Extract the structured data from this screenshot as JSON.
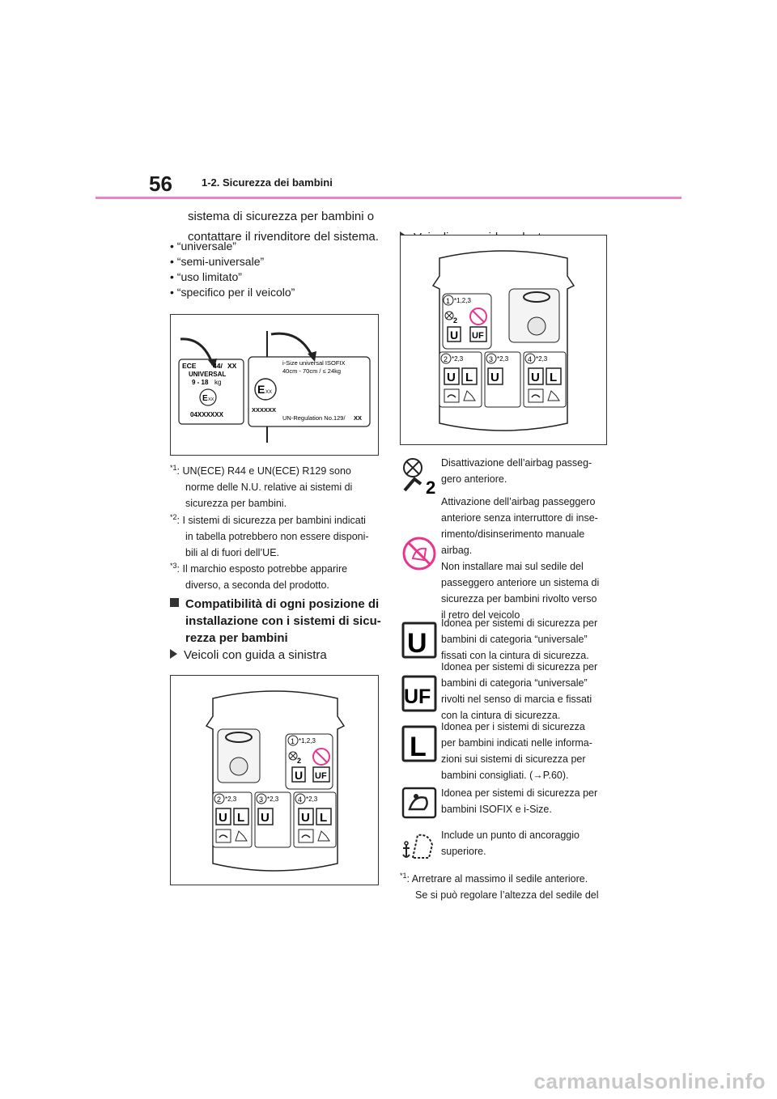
{
  "header": {
    "page_number": "56",
    "section": "1-2. Sicurezza dei bambini"
  },
  "left": {
    "intro_line1": "sistema di sicurezza per bambini o",
    "intro_line2": "contattare il rivenditore del sistema.",
    "bullets": [
      "• “universale”",
      "• “semi-universale”",
      "• “uso limitato”",
      "• “specifico per il veicolo”"
    ],
    "label_left": {
      "ece": "ECE",
      "r44": "44/",
      "xx": "XX",
      "universal": "UNIVERSAL",
      "weight": "9 - 18",
      "kg": "kg",
      "mark": "E",
      "mark_sub": "XX",
      "code": "04XXXXXX"
    },
    "label_right": {
      "title": "i-Size universal ISOFIX",
      "range": "40cm - 70cm / ≤ 24kg",
      "mark": "E",
      "mark_sub": "XX",
      "code": "XXXXXX",
      "reg": "UN-Regulation No.129/",
      "xx": "XX"
    },
    "footnotes": [
      {
        "mark": "*1",
        "lines": [
          "UN(ECE) R44 e UN(ECE) R129 sono",
          "norme delle N.U. relative ai sistemi di",
          "sicurezza per bambini."
        ]
      },
      {
        "mark": "*2",
        "lines": [
          "I sistemi di sicurezza per bambini indicati",
          "in tabella potrebbero non essere disponi-",
          "bili al di fuori dell’UE."
        ]
      },
      {
        "mark": "*3",
        "lines": [
          "Il marchio esposto potrebbe apparire",
          "diverso, a seconda del prodotto."
        ]
      }
    ],
    "heading": [
      "Compatibilità di ogni posizione di",
      "installazione con i sistemi di sicu-",
      "rezza per bambini"
    ],
    "lhd_label": "Veicoli con guida a sinistra"
  },
  "right": {
    "rhd_label": "Veicoli con guida a destra",
    "legend": [
      {
        "icon": "airbag-off-icon",
        "lines": [
          "Disattivazione dell’airbag passeg-",
          "gero anteriore."
        ]
      },
      {
        "icon": "no-rear-facing-seat-icon",
        "lines": [
          "Attivazione dell’airbag passeggero",
          "anteriore senza interruttore di inse-",
          "rimento/disinserimento manuale",
          "airbag.",
          "Non installare mai sul sedile del",
          "passeggero anteriore un sistema di",
          "sicurezza per bambini rivolto verso",
          "il retro del veicolo"
        ]
      },
      {
        "icon": "universal-u-icon",
        "lines": [
          "Idonea per sistemi di sicurezza per",
          "bambini di categoria “universale”",
          "fissati con la cintura di sicurezza."
        ]
      },
      {
        "icon": "universal-uf-icon",
        "lines": [
          "Idonea per sistemi di sicurezza per",
          "bambini di categoria “universale”",
          "rivolti nel senso di marcia e fissati",
          "con la cintura di sicurezza."
        ]
      },
      {
        "icon": "limited-l-icon",
        "lines": [
          "Idonea per i sistemi di sicurezza",
          "per bambini indicati nelle informa-",
          "zioni sui sistemi di sicurezza per",
          "bambini consigliati. (→P.60)."
        ]
      },
      {
        "icon": "isofix-icon",
        "lines": [
          "Idonea per sistemi di sicurezza per",
          "bambini ISOFIX e i-Size."
        ]
      },
      {
        "icon": "top-tether-icon",
        "lines": [
          "Include un punto di ancoraggio",
          "superiore."
        ]
      }
    ],
    "footnote": {
      "mark": "*1",
      "lines": [
        "Arretrare al massimo il sedile anteriore.",
        "Se si può regolare l’altezza del sedile del"
      ]
    }
  },
  "diagram": {
    "front_seat_num": "1",
    "front_sup": "*1,2,3",
    "rear": [
      {
        "num": "2",
        "sup": "*2,3"
      },
      {
        "num": "3",
        "sup": "*2,3"
      },
      {
        "num": "4",
        "sup": "*2,3"
      }
    ],
    "U": "U",
    "L": "L",
    "UF": "UF",
    "two": "2"
  },
  "colors": {
    "accent_line": "#f080c8",
    "prohibit": "#e8368f"
  },
  "watermark": "carmanualsonline.info"
}
